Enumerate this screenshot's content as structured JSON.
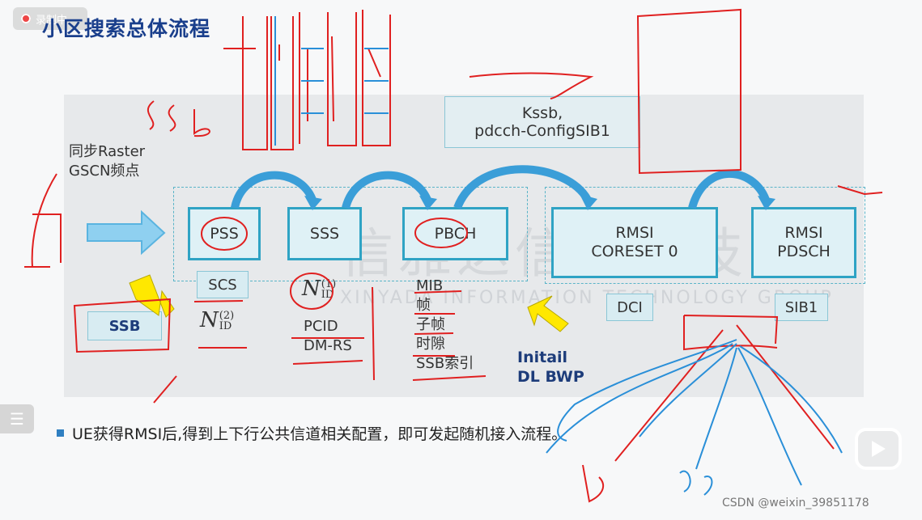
{
  "title": "小区搜索总体流程",
  "recording_label": "录制中",
  "watermark": {
    "main": "信雅达信息科技",
    "sub": "XINYADA INFORMATION TECHNOLOGY GROUP"
  },
  "left_note": {
    "line1": "同步Raster",
    "line2": "GSCN频点"
  },
  "kssb_box": {
    "line1": "Kssb,",
    "line2": "pdcch-ConfigSIB1"
  },
  "blocks": {
    "pss": "PSS",
    "sss": "SSS",
    "pbch": "PBCH",
    "rmsi_coreset": {
      "line1": "RMSI",
      "line2": "CORESET 0"
    },
    "rmsi_pdsch": {
      "line1": "RMSI",
      "line2": "PDSCH"
    }
  },
  "small_boxes": {
    "scs": "SCS",
    "ssb": "SSB",
    "dci": "DCI",
    "sib1": "SIB1"
  },
  "nid": {
    "base": "N",
    "sub": "ID",
    "sup2": "(2)",
    "sup1": "(1)"
  },
  "sss_items": [
    "PCID",
    "DM-RS"
  ],
  "pbch_items": [
    "MIB",
    "帧",
    "子帧",
    "时隙",
    "SSB索引"
  ],
  "initial_bwp": {
    "line1": "Initail",
    "line2": "DL BWP"
  },
  "bullet_text": "UE获得RMSI后,得到上下行公共信道相关配置，即可发起随机接入流程。",
  "csdn_credit": "CSDN @weixin_39851178",
  "colors": {
    "title": "#1a3f8c",
    "block_border": "#2fa3c4",
    "annotation": "#e02020",
    "annotation_blue": "#2a8fd8",
    "arrow": "#3a9ed8",
    "yellow": "#ffe800"
  }
}
